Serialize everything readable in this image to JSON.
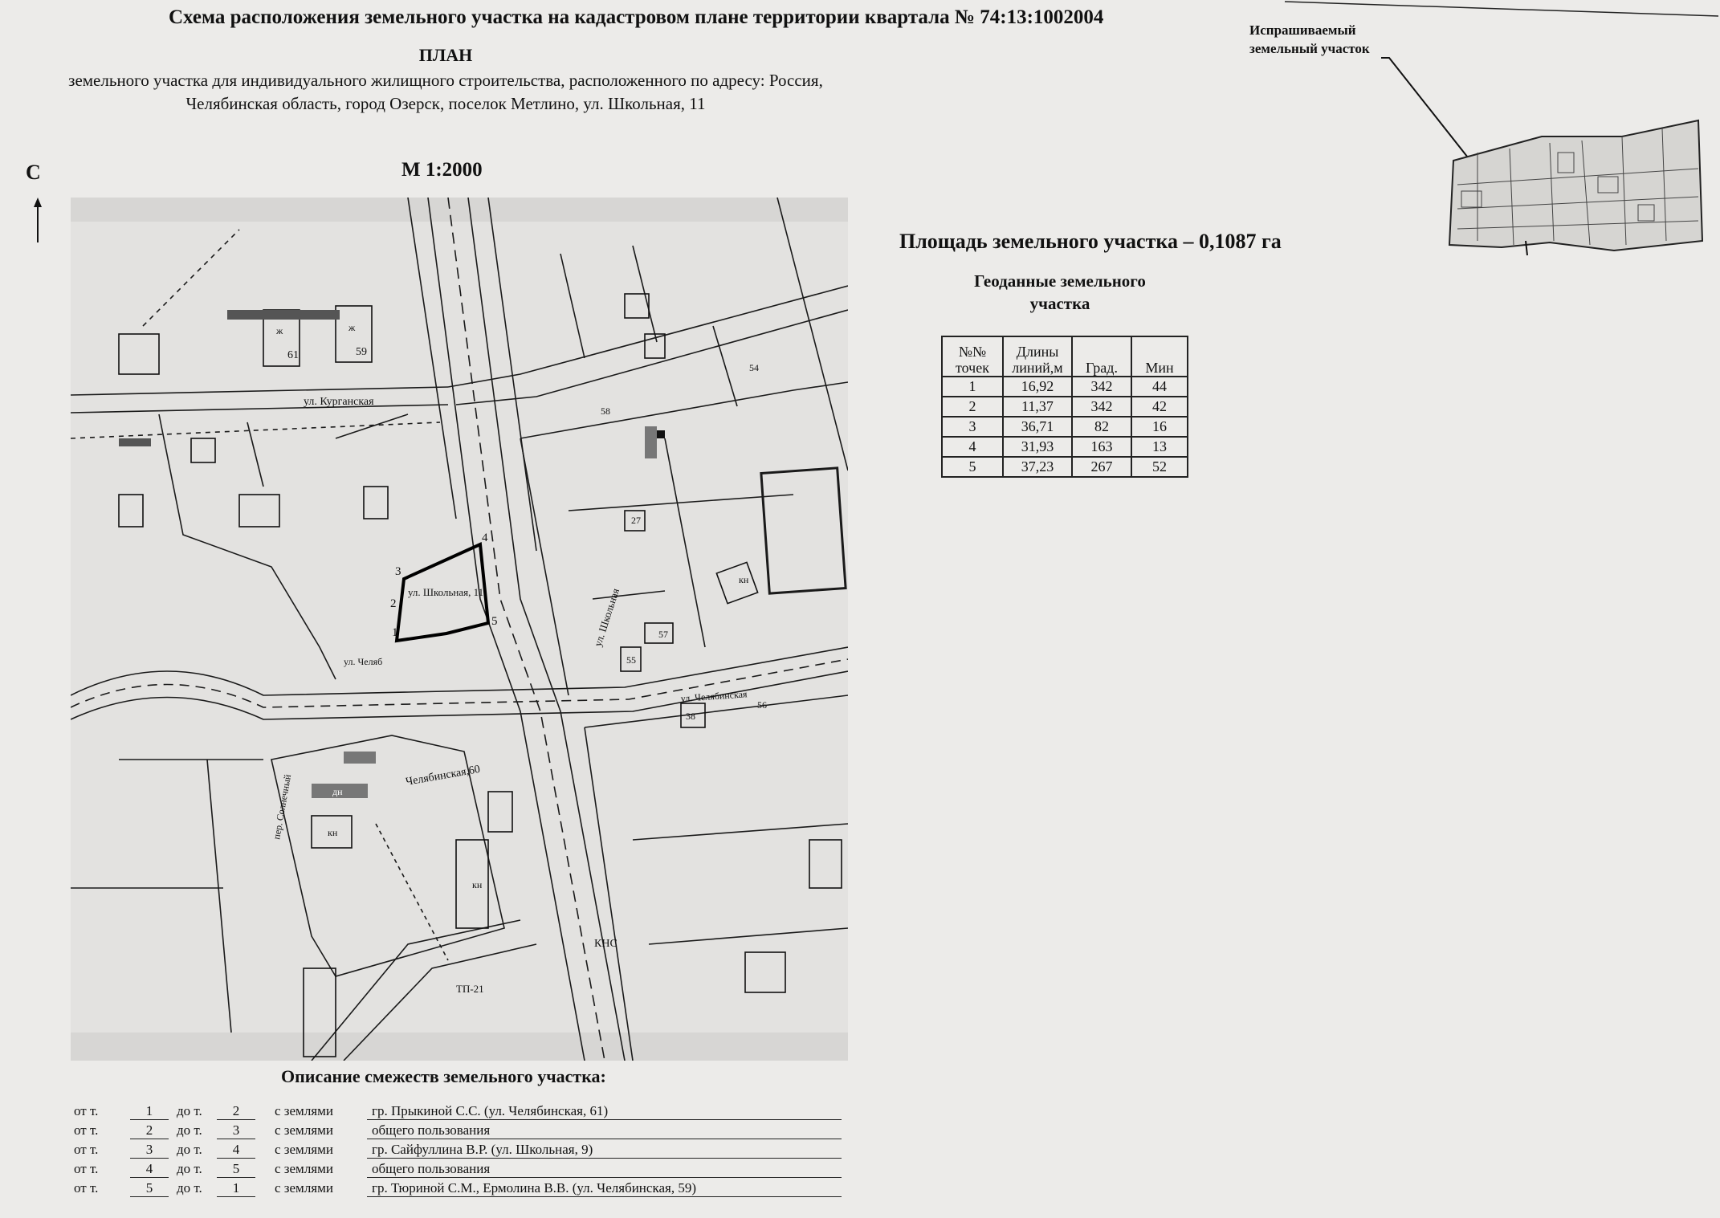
{
  "title": "Схема расположения земельного участка на кадастровом плане территории квартала № 74:13:1002004",
  "plan": {
    "heading": "ПЛАН",
    "line1": "земельного участка для индивидуального жилищного строительства, расположенного по адресу: Россия,",
    "line2": "Челябинская область, город Озерск, поселок Метлино, ул. Школьная, 11"
  },
  "north": "С",
  "scale": "М 1:2000",
  "area_text": "Площадь земельного участка – 0,1087 га",
  "geo": {
    "title_line1": "Геоданные земельного",
    "title_line2": "участка",
    "headers": [
      "№№ точек",
      "Длины линий,м",
      "Град.",
      "Мин"
    ],
    "rows": [
      [
        "1",
        "16,92",
        "342",
        "44"
      ],
      [
        "2",
        "11,37",
        "342",
        "42"
      ],
      [
        "3",
        "36,71",
        "82",
        "16"
      ],
      [
        "4",
        "31,93",
        "163",
        "13"
      ],
      [
        "5",
        "37,23",
        "267",
        "52"
      ]
    ]
  },
  "location_label": {
    "line1": "Испрашиваемый",
    "line2": "земельный участок"
  },
  "map": {
    "street_kurganskaya": "ул. Курганская",
    "street_shkolnaya_vertical": "ул. Школьная",
    "street_chelyabinskaya": "ул. Челябинская",
    "street_cheljab": "ул. Челяб",
    "parcel_label": "ул. Школьная, 11",
    "chelyabinskaya60": "Челябинская,60",
    "per_solnechny": "пер. Солнечный",
    "kns": "КНС",
    "tp": "ТП-21",
    "b61": "61",
    "b59": "59",
    "b58": "58",
    "b54": "54",
    "b27": "27",
    "b57": "57",
    "b55": "55",
    "b56": "56",
    "b38": "38",
    "kn": "кн",
    "zh": "ж",
    "dn": "дн",
    "pt1": "1",
    "pt2": "2",
    "pt3": "3",
    "pt4": "4",
    "pt5": "5"
  },
  "adjacency": {
    "heading": "Описание смежеств земельного участка:",
    "from_label": "от т.",
    "to_label": "до т.",
    "lands_label": "с землями",
    "rows": [
      {
        "from": "1",
        "to": "2",
        "desc": "гр. Прыкиной С.С. (ул. Челябинская, 61)"
      },
      {
        "from": "2",
        "to": "3",
        "desc": "общего пользования"
      },
      {
        "from": "3",
        "to": "4",
        "desc": "гр. Сайфуллина В.Р. (ул. Школьная, 9)"
      },
      {
        "from": "4",
        "to": "5",
        "desc": "общего пользования"
      },
      {
        "from": "5",
        "to": "1",
        "desc": "гр. Тюриной С.М., Ермолина В.В. (ул. Челябинская, 59)"
      }
    ]
  }
}
